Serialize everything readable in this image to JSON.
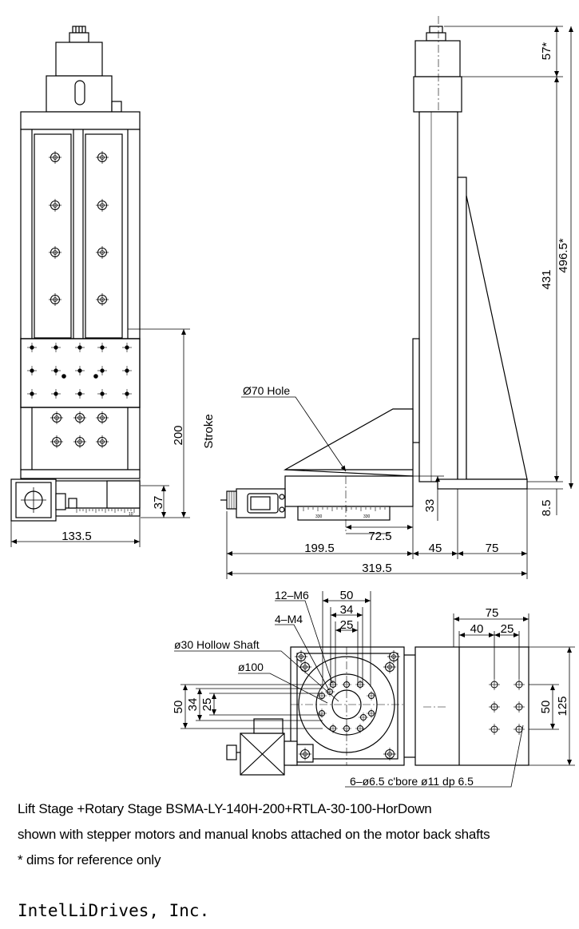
{
  "labels": {
    "dim_57": "57*",
    "dim_496_5": "496.5*",
    "dim_431": "431",
    "dim_8_5": "8.5",
    "dim_33": "33",
    "dim_200": "200",
    "stroke": "Stroke",
    "dim_37": "37",
    "dim_133_5": "133.5",
    "hole70": "Ø70 Hole",
    "dim_72_5": "72.5",
    "dim_199_5": "199.5",
    "dim_45": "45",
    "dim_75_top": "75",
    "dim_319_5": "319.5",
    "m6": "12–M6",
    "m4": "4–M4",
    "b50": "50",
    "b34": "34",
    "b25": "25",
    "hollow": "ø30 Hollow Shaft",
    "d100": "ø100",
    "l50": "50",
    "l34": "34",
    "l25": "25",
    "r75": "75",
    "r40": "40",
    "r25": "25",
    "r50": "50",
    "r125": "125",
    "cbore": "6–ø6.5 c'bore ø11 dp 6.5",
    "scale_330_a": "330",
    "scale_330_b": "330",
    "scale_10": "10"
  },
  "caption": {
    "line1": "Lift Stage +Rotary Stage BSMA-LY-140H-200+RTLA-30-100-HorDown",
    "line2": "shown with stepper motors and manual knobs attached on the motor back shafts",
    "line3": "* dims for reference only"
  },
  "company": "IntelLiDrives, Inc."
}
